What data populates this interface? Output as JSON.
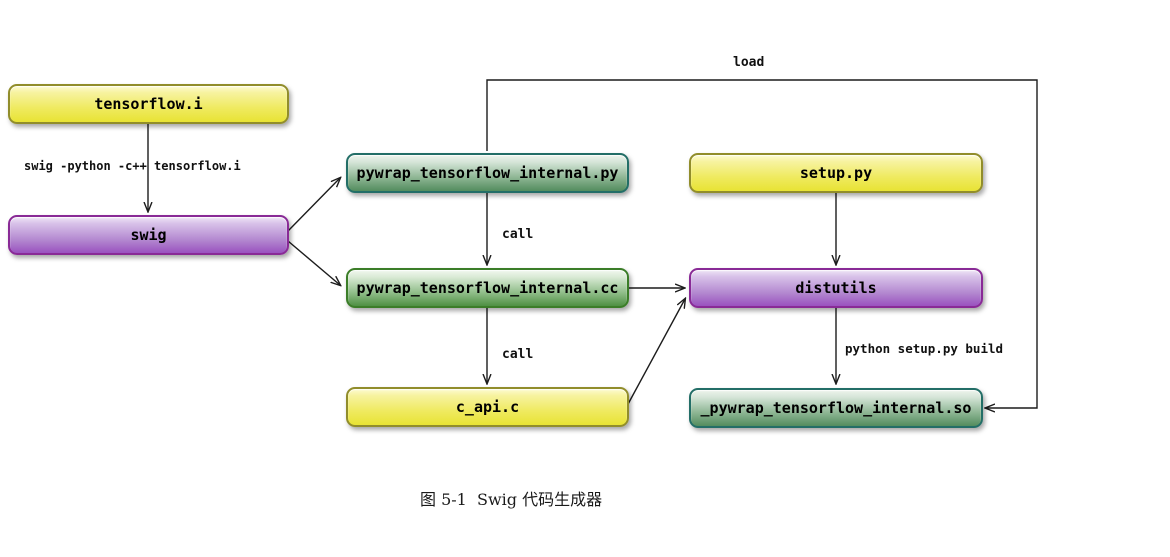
{
  "figure": {
    "caption": "图 5-1  Swig 代码生成器"
  },
  "nodes": {
    "tensorflow_i": {
      "label": "tensorflow.i",
      "color": "#e8e334"
    },
    "swig": {
      "label": "swig",
      "color": "#9a52bf"
    },
    "pywrap_py": {
      "label": "pywrap_tensorflow_internal.py",
      "color": "#538c5e"
    },
    "pywrap_cc": {
      "label": "pywrap_tensorflow_internal.cc",
      "color": "#4f9043"
    },
    "c_api": {
      "label": "c_api.c",
      "color": "#e8e334"
    },
    "setup_py": {
      "label": "setup.py",
      "color": "#e8e334"
    },
    "distutils": {
      "label": "distutils",
      "color": "#9a52bf"
    },
    "pywrap_so": {
      "label": "_pywrap_tensorflow_internal.so",
      "color": "#538c5e"
    }
  },
  "edge_labels": {
    "swig_command": "swig -python -c++ tensorflow.i",
    "call_py_cc": "call",
    "call_cc_capi": "call",
    "load": "load",
    "build": "python setup.py build"
  },
  "edges": [
    {
      "from": "tensorflow_i",
      "to": "swig",
      "label": "swig -python -c++ tensorflow.i"
    },
    {
      "from": "swig",
      "to": "pywrap_py",
      "label": ""
    },
    {
      "from": "swig",
      "to": "pywrap_cc",
      "label": ""
    },
    {
      "from": "pywrap_py",
      "to": "pywrap_cc",
      "label": "call"
    },
    {
      "from": "pywrap_cc",
      "to": "c_api",
      "label": "call"
    },
    {
      "from": "pywrap_cc",
      "to": "distutils",
      "label": ""
    },
    {
      "from": "c_api",
      "to": "distutils",
      "label": ""
    },
    {
      "from": "setup_py",
      "to": "distutils",
      "label": ""
    },
    {
      "from": "distutils",
      "to": "pywrap_so",
      "label": "python setup.py build"
    },
    {
      "from": "pywrap_py",
      "to": "pywrap_so",
      "label": "load"
    }
  ],
  "palette": {
    "yellow_fill": "#e8e334",
    "yellow_border": "#918d2b",
    "purple_fill": "#9a52bf",
    "purple_border": "#892a96",
    "green_fill": "#4f9043",
    "green_border": "#3b7d28",
    "teal_border": "#236e67",
    "line": "#1c1c1c"
  }
}
